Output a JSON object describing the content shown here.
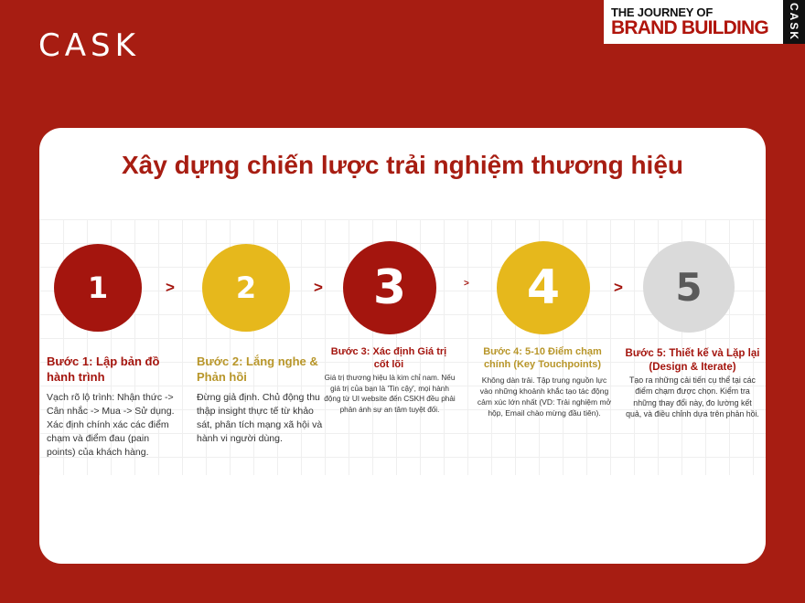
{
  "brand": {
    "logo_text": "CASK",
    "series_line1": "THE JOURNEY OF",
    "series_line2": "BRAND BUILDING",
    "series_side": "CASK",
    "accent_color": "#a71d12",
    "gold_color": "#e6b81c"
  },
  "card": {
    "title": "Xây dựng chiến lược trải nghiệm thương hiệu"
  },
  "steps": [
    {
      "number": "1",
      "title": "Bước 1: Lập bản đồ hành trình",
      "desc": "Vạch rõ lộ trình: Nhận thức -> Cân nhắc -> Mua -> Sử dụng. Xác định chính xác các điểm chạm và điểm đau (pain points) của khách hàng."
    },
    {
      "number": "2",
      "title": "Bước 2: Lắng nghe & Phản hồi",
      "desc": "Đừng giả định. Chủ động thu thập insight thực tế từ khảo sát, phân tích mạng xã hội và hành vi người dùng."
    },
    {
      "number": "3",
      "title": "Bước 3: Xác định Giá trị cốt lõi",
      "desc": "Giá trị thương hiệu là kim chỉ nam. Nếu giá trị của bạn là 'Tin cậy', mọi hành động từ UI website đến CSKH đều phải phản ánh sự an tâm tuyệt đối."
    },
    {
      "number": "4",
      "title": "Bước 4: 5-10 Điểm chạm chính (Key Touchpoints)",
      "desc": "Không dàn trải. Tập trung nguồn lực vào những khoảnh khắc tạo tác động cảm xúc lớn nhất (VD: Trải nghiệm mở hộp, Email chào mừng đầu tiên)."
    },
    {
      "number": "5",
      "title": "Bước 5: Thiết kế và Lặp lại (Design & Iterate)",
      "desc": "Tạo ra những cải tiến cụ thể tại các điểm chạm được chọn. Kiểm tra những thay đổi này, đo lường kết quả, và điều chỉnh dựa trên phản hồi."
    }
  ],
  "icons": {
    "arrow": "chevron-right-icon"
  }
}
